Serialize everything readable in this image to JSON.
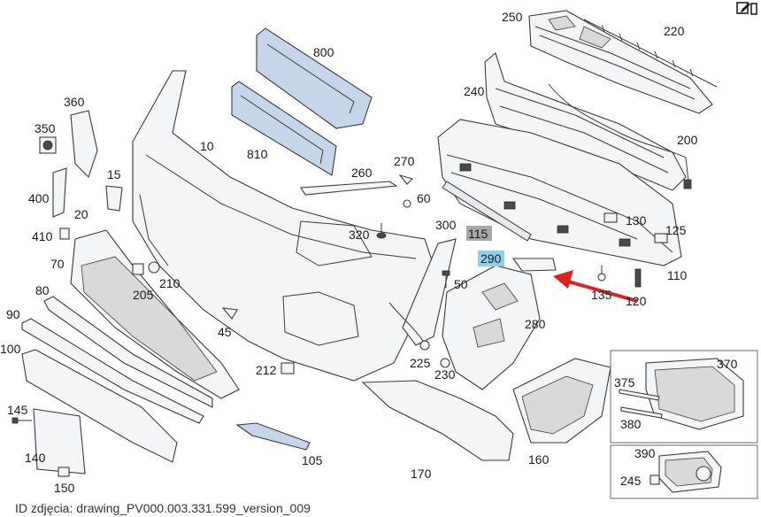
{
  "caption": "ID zdjęcia: drawing_PV000.003.331.599_version_009",
  "colors": {
    "highlight_290": "#8ed0ea",
    "highlight_115": "#a8a8a8",
    "arrow": "#e02020",
    "line": "#3a3a3a",
    "bluepart": "#c6d6ea"
  },
  "part_labels": {
    "p10": "10",
    "p15": "15",
    "p20": "20",
    "p45": "45",
    "p50": "50",
    "p60": "60",
    "p70": "70",
    "p80": "80",
    "p90": "90",
    "p100": "100",
    "p105": "105",
    "p110": "110",
    "p115": "115",
    "p120": "120",
    "p125": "125",
    "p130": "130",
    "p135": "135",
    "p140": "140",
    "p145": "145",
    "p150": "150",
    "p160": "160",
    "p170": "170",
    "p200": "200",
    "p205": "205",
    "p210": "210",
    "p212": "212",
    "p220": "220",
    "p225": "225",
    "p230": "230",
    "p240": "240",
    "p245": "245",
    "p250": "250",
    "p260": "260",
    "p270": "270",
    "p280": "280",
    "p290": "290",
    "p300": "300",
    "p320": "320",
    "p350": "350",
    "p360": "360",
    "p370": "370",
    "p375": "375",
    "p380": "380",
    "p390": "390",
    "p400": "400",
    "p410": "410",
    "p800": "800",
    "p810": "810"
  },
  "toolbar_icons": [
    "edit-icon"
  ]
}
